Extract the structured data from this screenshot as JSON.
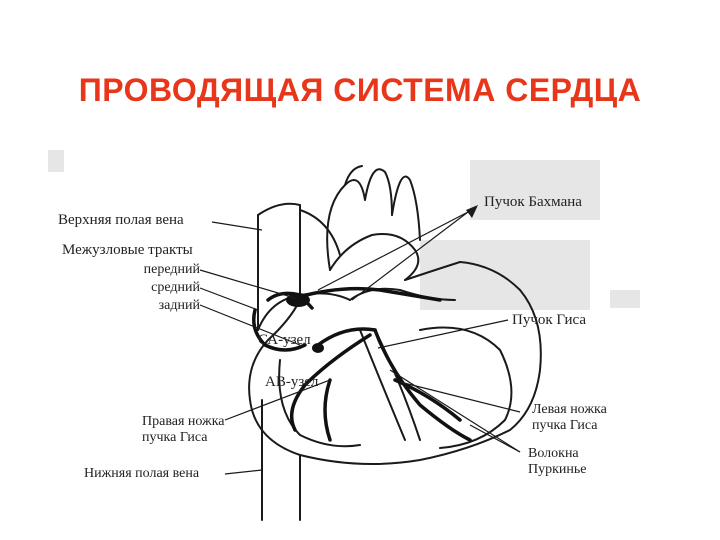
{
  "title": "ПРОВОДЯЩАЯ СИСТЕМА СЕРДЦА",
  "labels": {
    "svc": "Верхняя полая вена",
    "bachmann": "Пучок Бахмана",
    "internodal": "Межузловые тракты",
    "anterior": "передний",
    "middle": "средний",
    "posterior": "задний",
    "sa_node": "СА-узел",
    "his_bundle": "Пучок Гиса",
    "av_node": "АВ-узел",
    "right_branch_1": "Правая ножка",
    "right_branch_2": "пучка Гиса",
    "left_branch_1": "Левая ножка",
    "left_branch_2": "пучка Гиса",
    "purkinje_1": "Волокна",
    "purkinje_2": "Пуркинье",
    "ivc": "Нижняя полая вена"
  },
  "colors": {
    "title": "#e8361b",
    "ink": "#1a1a1a",
    "shade": "#e2e2e2"
  }
}
